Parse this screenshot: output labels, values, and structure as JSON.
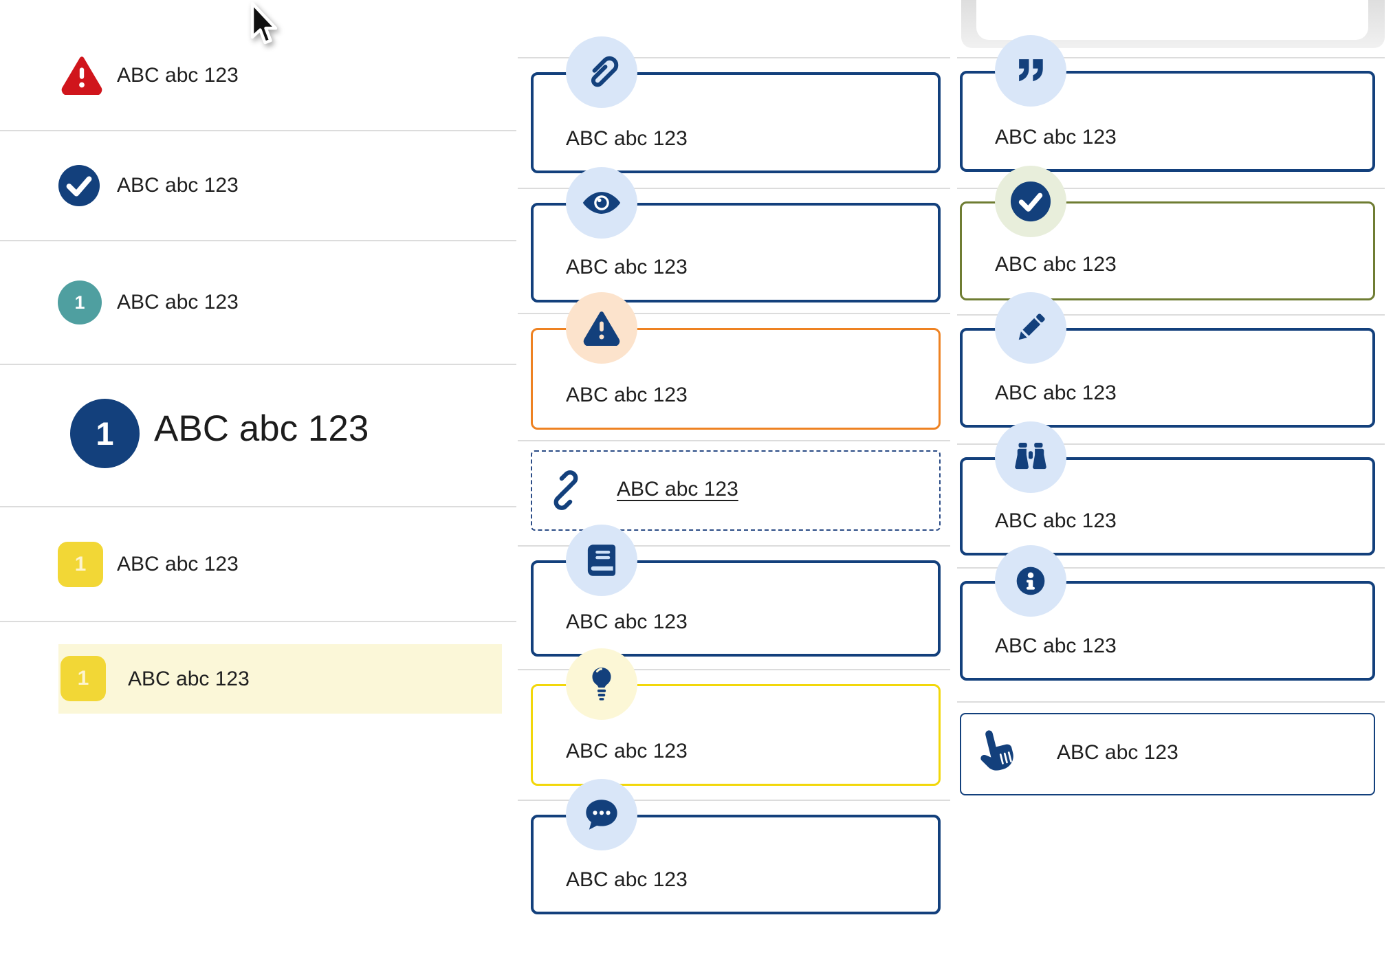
{
  "colors": {
    "navy": "#13407c",
    "red": "#d0151c",
    "teal": "#4f9fa0",
    "yellow_badge": "#f2d736",
    "yellow_border": "#f2d70a",
    "orange_border": "#ee8222",
    "olive_border": "#6f7d33",
    "icon_circle_blue": "#d9e6f8",
    "icon_circle_peach": "#fce3cc",
    "icon_circle_pale_yellow": "#fcf7d6",
    "icon_circle_pale_green": "#e8eedb",
    "highlight_row_bg": "#fbf7d8",
    "divider": "#dcdcdc",
    "text": "#1f1f1f"
  },
  "left_panel": {
    "items": [
      {
        "icon": "alert-triangle-icon",
        "label": "ABC abc 123"
      },
      {
        "icon": "check-circle-icon",
        "label": "ABC abc 123"
      },
      {
        "icon": "number-badge-teal",
        "badge": "1",
        "label": "ABC abc 123"
      }
    ],
    "heading": {
      "badge": "1",
      "label": "ABC abc 123"
    },
    "numbered_items": [
      {
        "badge": "1",
        "label": "ABC abc 123",
        "highlighted": false
      },
      {
        "badge": "1",
        "label": "ABC abc 123",
        "highlighted": true
      }
    ]
  },
  "middle_column": {
    "cards": [
      {
        "icon": "paperclip-icon",
        "label": "ABC abc 123",
        "variant": "navy"
      },
      {
        "icon": "eye-icon",
        "label": "ABC abc 123",
        "variant": "navy"
      },
      {
        "icon": "alert-triangle-icon",
        "label": "ABC abc 123",
        "variant": "orange"
      },
      {
        "icon": "link-icon",
        "label": "ABC abc 123",
        "variant": "dashed-link"
      },
      {
        "icon": "book-icon",
        "label": "ABC abc 123",
        "variant": "navy"
      },
      {
        "icon": "lightbulb-icon",
        "label": "ABC abc 123",
        "variant": "yellow"
      },
      {
        "icon": "chat-icon",
        "label": "ABC abc 123",
        "variant": "navy"
      }
    ]
  },
  "right_column": {
    "cards": [
      {
        "icon": "quote-icon",
        "label": "ABC abc 123",
        "variant": "navy"
      },
      {
        "icon": "check-circle-icon",
        "label": "ABC abc 123",
        "variant": "olive"
      },
      {
        "icon": "pencil-icon",
        "label": "ABC abc 123",
        "variant": "navy"
      },
      {
        "icon": "binoculars-icon",
        "label": "ABC abc 123",
        "variant": "navy"
      },
      {
        "icon": "info-icon",
        "label": "ABC abc 123",
        "variant": "navy"
      },
      {
        "icon": "hand-pointer-icon",
        "label": "ABC abc 123",
        "variant": "navy-horizontal"
      }
    ]
  }
}
